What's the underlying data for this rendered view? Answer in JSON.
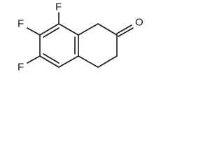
{
  "molecule": {
    "atoms": {
      "f_top": "F",
      "f_middle": "F",
      "f_bottom": "F",
      "oxygen": "O"
    }
  }
}
